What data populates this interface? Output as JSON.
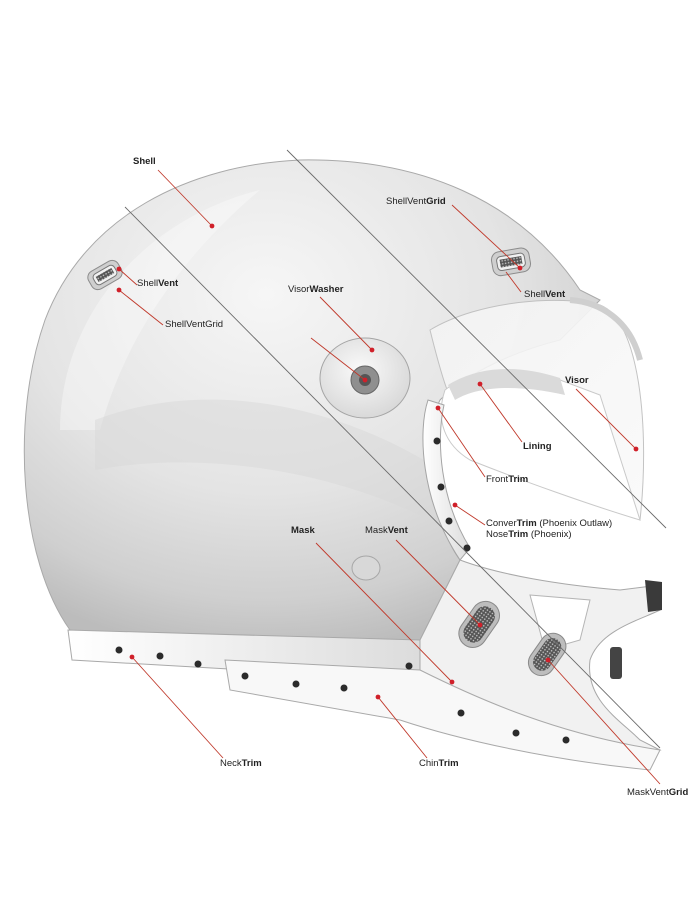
{
  "colors": {
    "leader": "#c0392b",
    "dot": "#d0202a",
    "text": "#222222",
    "shell": "#e9e9e9",
    "trim": "#f7f7f7",
    "rivet": "#2b2b2b"
  },
  "labels": {
    "shell": {
      "plain": "",
      "bold": "Shell"
    },
    "shell_vent_grid_top": {
      "plain": "ShellVent",
      "bold": "Grid"
    },
    "shell_vent_left": {
      "plain": "Shell",
      "bold": "Vent"
    },
    "shell_vent_right": {
      "plain": "Shell",
      "bold": "Vent"
    },
    "shell_vent_grid_left": {
      "plain": "ShellVentGrid",
      "bold": ""
    },
    "visor_washer": {
      "plain": "Visor",
      "bold": "Washer"
    },
    "visor": {
      "plain": "",
      "bold": "Visor"
    },
    "lining": {
      "plain": "",
      "bold": "Lining"
    },
    "front_trim": {
      "plain": "Front",
      "bold": "Trim"
    },
    "conver_trim": {
      "plain": "Conver",
      "bold": "Trim",
      "suffix": " (Phoenix Outlaw)"
    },
    "nose_trim": {
      "plain": "Nose",
      "bold": "Trim",
      "suffix": " (Phoenix)"
    },
    "mask": {
      "plain": "",
      "bold": "Mask"
    },
    "mask_vent": {
      "plain": "Mask",
      "bold": "Vent"
    },
    "neck_trim": {
      "plain": "Neck",
      "bold": "Trim"
    },
    "chin_trim": {
      "plain": "Chin",
      "bold": "Trim"
    },
    "mask_vent_grid": {
      "plain": "MaskVent",
      "bold": "Grid"
    }
  }
}
